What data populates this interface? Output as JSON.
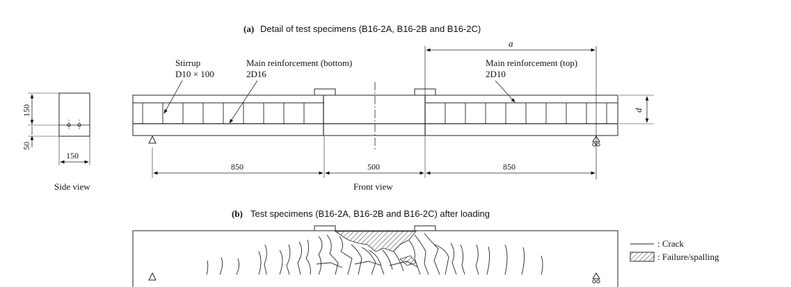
{
  "panel_a": {
    "tag": "(a)",
    "caption": "Detail of test specimens (B16-2A, B16-2B and B16-2C)",
    "stirrup_label": "Stirrup",
    "stirrup_spec": "D10 × 100",
    "main_bottom_label": "Main reinforcement (bottom)",
    "main_bottom_spec": "2D16",
    "main_top_label": "Main reinforcement (top)",
    "main_top_spec": "2D10",
    "a_label": "a",
    "d_label": "d",
    "dim_left": "850",
    "dim_mid": "500",
    "dim_right": "850",
    "side_dim_150_vertical": "150",
    "side_dim_50": "50",
    "side_dim_150_horizontal": "150",
    "side_view_label": "Side view",
    "front_view_label": "Front view"
  },
  "panel_b": {
    "tag": "(b)",
    "caption": "Test specimens (B16-2A, B16-2B and B16-2C) after loading",
    "legend_crack": ": Crack",
    "legend_failure": ": Failure/spalling"
  }
}
